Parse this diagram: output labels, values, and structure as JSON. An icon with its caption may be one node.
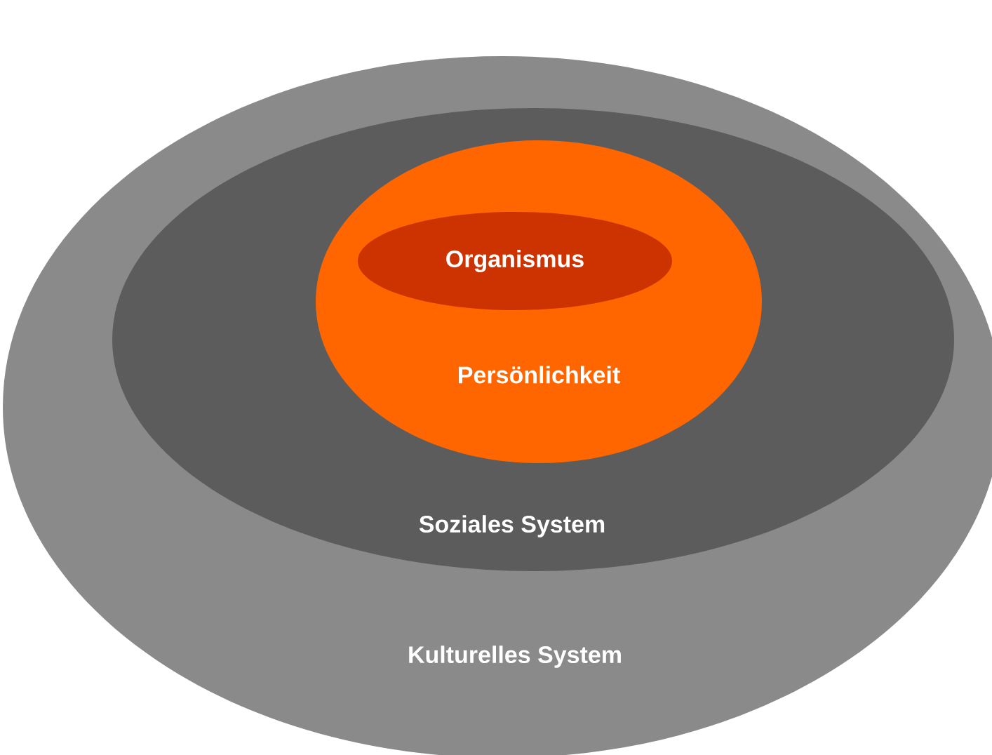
{
  "diagram": {
    "nodes": [
      {
        "text": [
          "Kulturelles System"
        ]
      },
      {
        "text": [
          "Soziales System"
        ],
        "in": 0
      },
      {
        "text": [
          "Persönlichkeit"
        ],
        "in": 1
      },
      {
        "text": [
          "Organismus"
        ],
        "in": 2
      }
    ]
  }
}
